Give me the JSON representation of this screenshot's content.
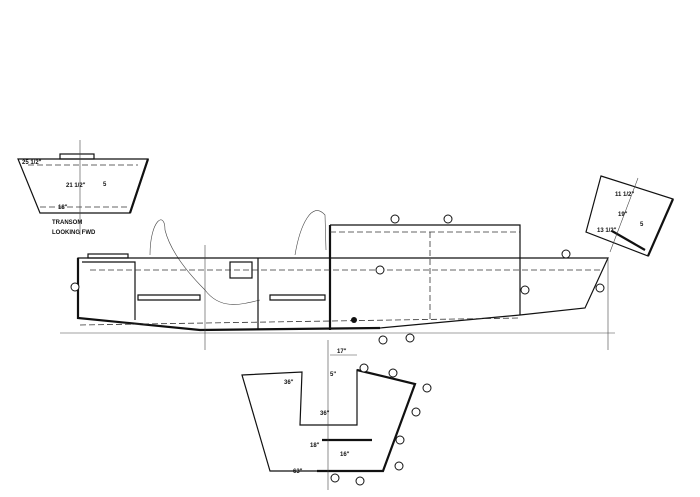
{
  "transom_view": {
    "caption_line1": "TRANSOM",
    "caption_line2": "LOOKING FWD",
    "dim_top": "25 1/2\"",
    "dim_height": "21 1/2\"",
    "dim_bottom": "18\"",
    "part_mark": "5"
  },
  "bow_view": {
    "dim_top": "11 1/2\"",
    "dim_height": "19\"",
    "dim_bottom": "13 1/2\"",
    "part_mark": "5"
  },
  "section_view": {
    "dim_width": "17\"",
    "dim_small": "5\"",
    "dim_left": "36\"",
    "dim_mid": "36\"",
    "dim_lower": "18\"",
    "dim_inner": "16\"",
    "dim_bottom": "63\""
  }
}
